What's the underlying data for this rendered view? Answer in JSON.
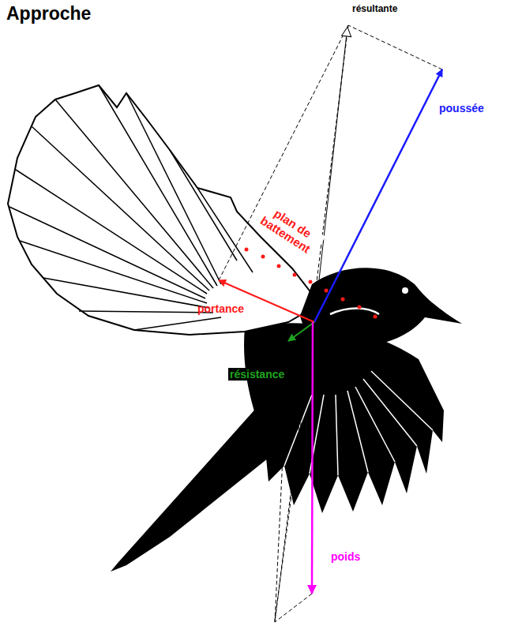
{
  "diagram": {
    "title": "Approche",
    "labels": [
      "résultante",
      "poussée",
      "plan de battement",
      "portance",
      "résistance",
      "poids"
    ]
  }
}
